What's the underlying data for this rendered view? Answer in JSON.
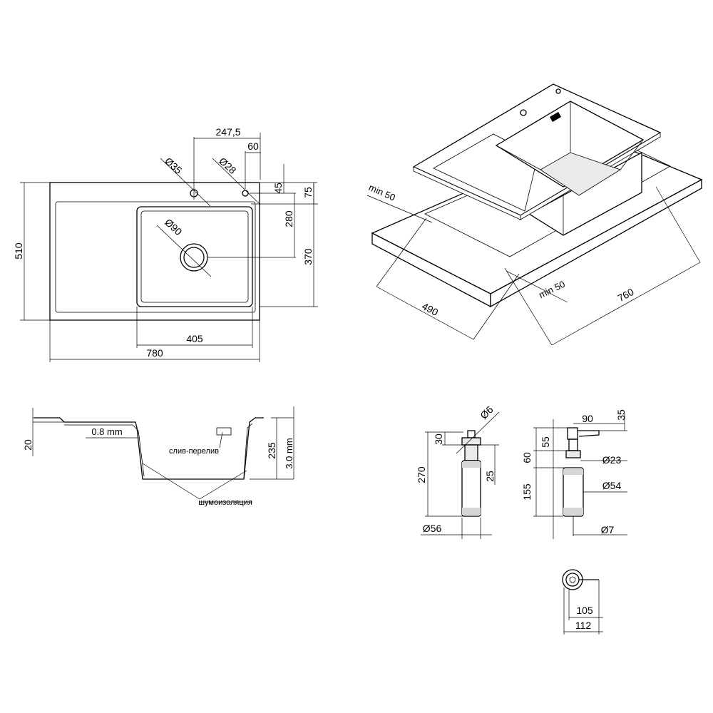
{
  "top_view": {
    "dim_247_5": "247,5",
    "dim_60": "60",
    "dim_d35": "Ø35",
    "dim_d28": "Ø28",
    "dim_45": "45",
    "dim_75": "75",
    "dim_280": "280",
    "dim_370": "370",
    "dim_d90": "Ø90",
    "dim_510": "510",
    "dim_405": "405",
    "dim_780": "780"
  },
  "iso_view": {
    "dim_min50_a": "min 50",
    "dim_min50_b": "min 50",
    "dim_490": "490",
    "dim_760": "760"
  },
  "section_view": {
    "dim_20": "20",
    "dim_08": "0.8 mm",
    "label_drain": "слив-перелив",
    "dim_235": "235",
    "dim_30mm": "3.0 mm",
    "label_insulation": "шумоизоляция"
  },
  "dispenser_a": {
    "dim_d6": "Ø6",
    "dim_30": "30",
    "dim_270": "270",
    "dim_25": "25",
    "dim_d56": "Ø56"
  },
  "dispenser_b": {
    "dim_90": "90",
    "dim_35": "35",
    "dim_55": "55",
    "dim_60": "60",
    "dim_d23": "Ø23",
    "dim_155": "155",
    "dim_d54": "Ø54",
    "dim_d7": "Ø7"
  },
  "dispenser_top": {
    "dim_105": "105",
    "dim_112": "112"
  }
}
